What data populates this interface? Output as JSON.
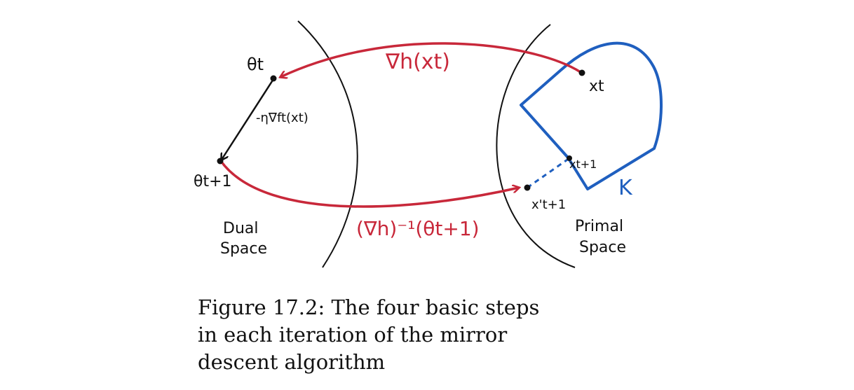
{
  "figure": {
    "colors": {
      "ink": "#111111",
      "red": "#c8283a",
      "blue": "#1f5fbf"
    },
    "labels": {
      "theta_t": "θt",
      "theta_t1": "θt+1",
      "x_t": "xt",
      "x_t1": "xt+1",
      "x_t1_prime": "x't+1",
      "K": "K",
      "grad_h": "∇h(xt)",
      "inv_grad_h": "(∇h)⁻¹(θt+1)",
      "step": "-η∇ft(xt)",
      "dual_space_line1": "Dual",
      "dual_space_line2": "Space",
      "primal_space_line1": "Primal",
      "primal_space_line2": "Space"
    }
  },
  "caption": {
    "text": "Figure 17.2: The four basic steps in each iteration of the mirror descent algorithm"
  }
}
